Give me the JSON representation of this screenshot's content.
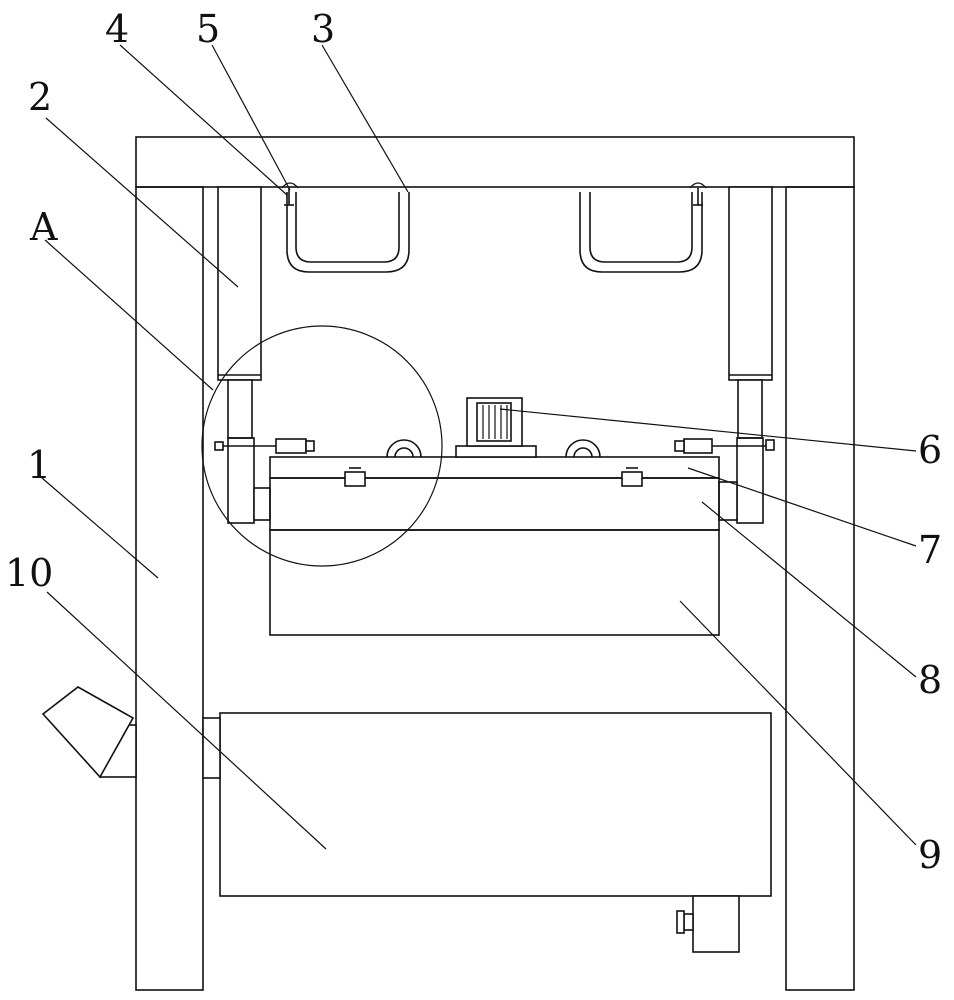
{
  "labels": {
    "l1": "1",
    "l2": "2",
    "l3": "3",
    "l4": "4",
    "l5": "5",
    "l6": "6",
    "l7": "7",
    "l8": "8",
    "l9": "9",
    "l10": "10",
    "lA": "A"
  }
}
